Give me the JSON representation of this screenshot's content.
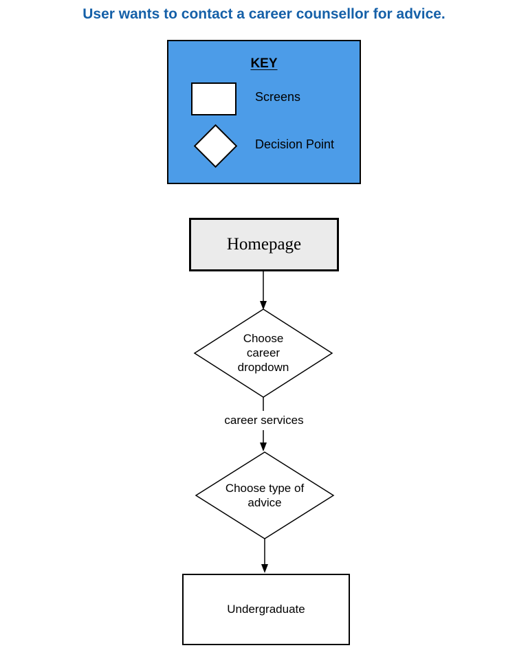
{
  "title": "User wants to contact a career counsellor for advice.",
  "colors": {
    "title_blue": "#1560a8",
    "key_bg": "#4c9ce8",
    "screen_fill": "#ebebeb",
    "line": "#000000"
  },
  "key": {
    "heading": "KEY",
    "items": [
      {
        "shape": "rectangle",
        "label": "Screens"
      },
      {
        "shape": "diamond",
        "label": "Decision Point"
      }
    ]
  },
  "flow": {
    "start_screen": "Homepage",
    "decision1": "Choose career dropdown",
    "edge_label": "career services",
    "decision2": "Choose type of advice",
    "end_screen": "Undergraduate"
  }
}
